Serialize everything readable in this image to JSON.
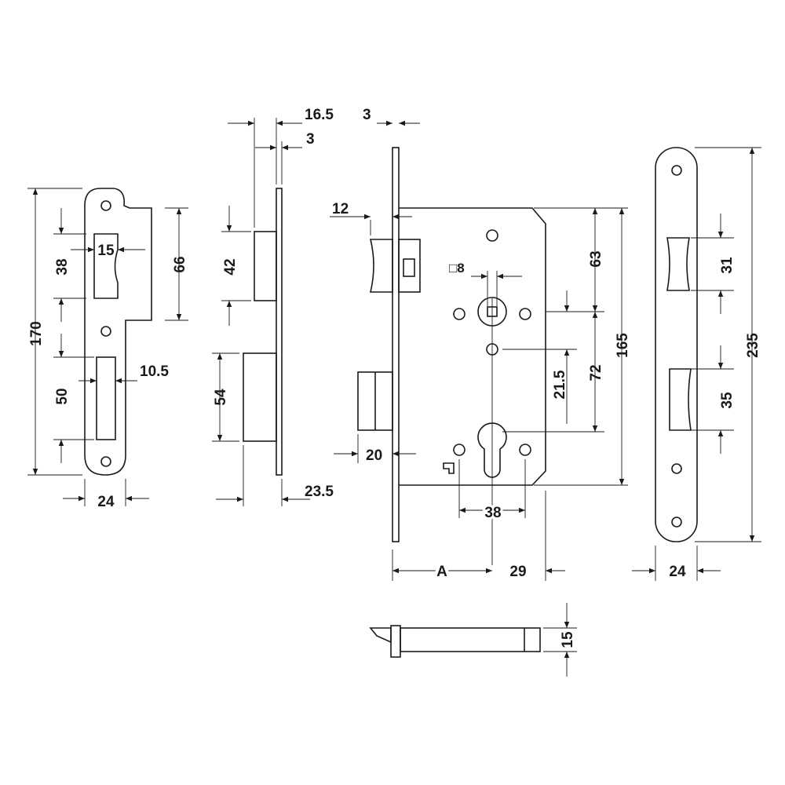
{
  "strike_plate": {
    "height": "170",
    "window_h": "38",
    "window_w": "15",
    "lip_h": "66",
    "slot_w": "10.5",
    "slot_h": "50",
    "width": "24"
  },
  "side_view": {
    "top_offset": "16.5",
    "plate_thickness": "3",
    "latch_h": "42",
    "bolt_h": "54",
    "depth": "23.5"
  },
  "lock_body": {
    "faceplate_thickness": "3",
    "latch_projection": "12",
    "spindle_square": "□8",
    "dist_top": "63",
    "body_height": "165",
    "center_distance": "72",
    "cyl_offset": "21.5",
    "bolt_projection": "20",
    "cyl_width": "38",
    "backset": "A",
    "rear": "29",
    "bolt_height": "15"
  },
  "faceplate": {
    "window_h": "31",
    "height": "235",
    "slot_h": "35",
    "width": "24"
  }
}
